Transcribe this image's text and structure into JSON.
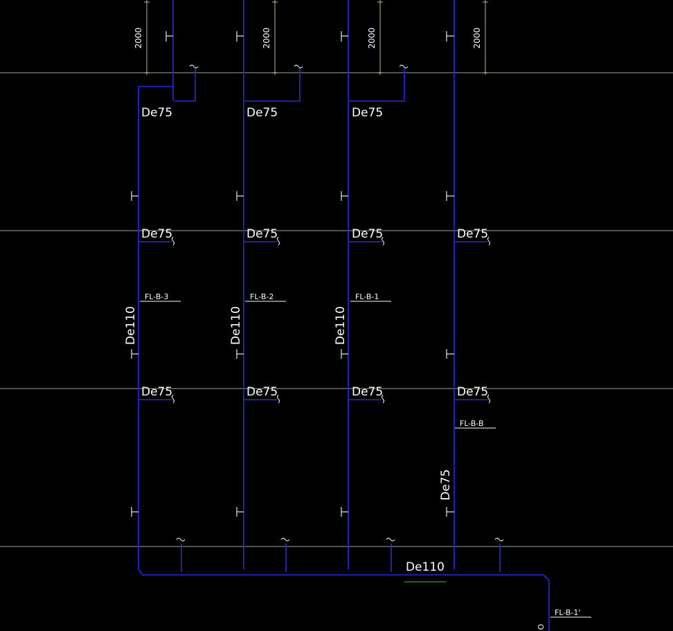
{
  "drawing": {
    "dimension_value": "2000",
    "labels": {
      "branch": "De75",
      "riser": "De110",
      "stack_fl_b_b": "De75",
      "main": "De110"
    },
    "tags": {
      "fl_b_3": "FL-B-3",
      "fl_b_2": "FL-B-2",
      "fl_b_1": "FL-B-1",
      "fl_b_b": "FL-B-B",
      "fl_b_1p": "FL-B-1'"
    },
    "outlet_symbol": "O",
    "colors": {
      "background": "#000000",
      "pipe": "#2a2ad8",
      "floor_line": "#c8e0c8",
      "text": "#ffffff",
      "marker": "#33cc33"
    }
  }
}
